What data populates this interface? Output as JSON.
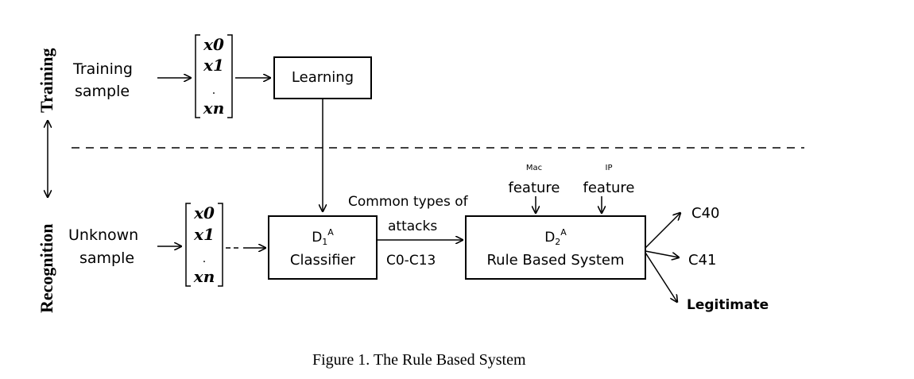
{
  "side_labels": {
    "training": "Training",
    "recognition": "Recognition"
  },
  "training_row": {
    "input_label_line1": "Training",
    "input_label_line2": "sample",
    "vector": [
      "x0",
      "x1",
      ".",
      "xn"
    ],
    "learning_box": "Learning"
  },
  "recognition_row": {
    "input_label_line1": "Unknown",
    "input_label_line2": "sample",
    "vector": [
      "x0",
      "x1",
      ".",
      "xn"
    ],
    "classifier_box": {
      "name_base": "D",
      "name_sub": "1",
      "name_sup": "A",
      "label": "Classifier"
    },
    "edge_label_top_line1": "Common types of",
    "edge_label_top_line2": "attacks",
    "edge_label_bottom": "C0-C13",
    "rule_box": {
      "name_base": "D",
      "name_sub": "2",
      "name_sup": "A",
      "label": "Rule Based System"
    },
    "mac_feature": {
      "small": "Mac",
      "label": "feature"
    },
    "ip_feature": {
      "small": "IP",
      "label": "feature"
    },
    "outputs": [
      "C40",
      "C41",
      "Legitimate"
    ]
  },
  "caption": "Figure 1. The Rule Based System"
}
